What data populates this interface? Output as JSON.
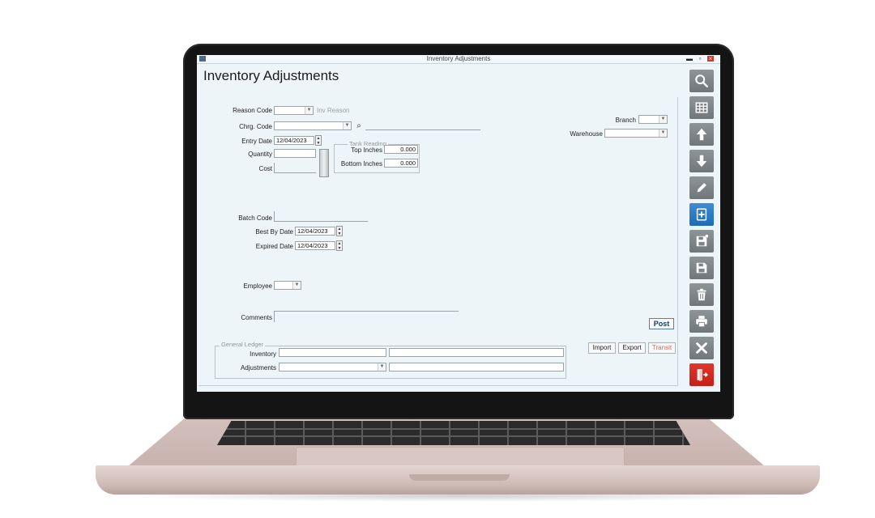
{
  "window": {
    "title": "Inventory Adjustments"
  },
  "page": {
    "title": "Inventory Adjustments"
  },
  "form": {
    "reason_code_label": "Reason Code",
    "reason_placeholder": "Inv Reason",
    "charge_code_label": "Chrg. Code",
    "entry_date_label": "Entry Date",
    "entry_date_value": "12/04/2023",
    "quantity_label": "Quantity",
    "cost_label": "Cost",
    "tank_reading_title": "Tank Reading",
    "top_inches_label": "Top Inches",
    "top_inches_value": "0.000",
    "bottom_inches_label": "Bottom Inches",
    "bottom_inches_value": "0.000",
    "branch_label": "Branch",
    "warehouse_label": "Warehouse",
    "batch_code_label": "Batch Code",
    "best_by_date_label": "Best By Date",
    "best_by_date_value": "12/04/2023",
    "expired_date_label": "Expired Date",
    "expired_date_value": "12/04/2023",
    "employee_label": "Employee",
    "comments_label": "Comments"
  },
  "general_ledger": {
    "title": "General Ledger",
    "inventory_label": "Inventory",
    "adjustments_label": "Adjustments"
  },
  "buttons": {
    "post": "Post",
    "import": "Import",
    "export": "Export",
    "transit": "Transit"
  },
  "toolbar": {
    "icons": [
      "search-icon",
      "grid-icon",
      "arrow-up-icon",
      "arrow-down-icon",
      "pencil-icon",
      "new-document-icon",
      "save-as-icon",
      "save-icon",
      "trash-icon",
      "print-icon",
      "close-icon",
      "exit-icon"
    ]
  },
  "colors": {
    "toolbar_gray": "#7d8589",
    "toolbar_active": "#2b7bc6",
    "toolbar_exit": "#d52a22",
    "transit_text": "#e0674f",
    "form_bg": "#eef5f8"
  }
}
